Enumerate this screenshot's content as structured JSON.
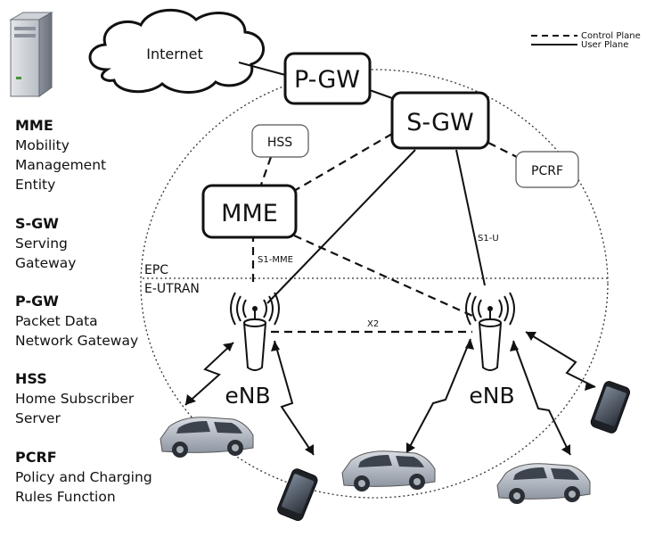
{
  "legend": {
    "control_plane": "Control Plane",
    "user_plane": "User Plane"
  },
  "nodes": {
    "internet": "Internet",
    "pgw": "P-GW",
    "sgw": "S-GW",
    "hss": "HSS",
    "pcrf": "PCRF",
    "mme": "MME",
    "enb_left": "eNB",
    "enb_right": "eNB"
  },
  "region_labels": {
    "epc": "EPC",
    "eutran": "E-UTRAN"
  },
  "link_labels": {
    "s1_mme": "S1-MME",
    "s1_u": "S1-U",
    "x2": "X2"
  },
  "glossary": [
    {
      "abbr": "MME",
      "lines": [
        "Mobility",
        "Management",
        "Entity"
      ]
    },
    {
      "abbr": "S-GW",
      "lines": [
        "Serving",
        "Gateway"
      ]
    },
    {
      "abbr": "P-GW",
      "lines": [
        "Packet Data",
        "Network Gateway"
      ]
    },
    {
      "abbr": "HSS",
      "lines": [
        "Home Subscriber",
        "Server"
      ]
    },
    {
      "abbr": "PCRF",
      "lines": [
        "Policy and Charging",
        "Rules Function"
      ]
    }
  ]
}
